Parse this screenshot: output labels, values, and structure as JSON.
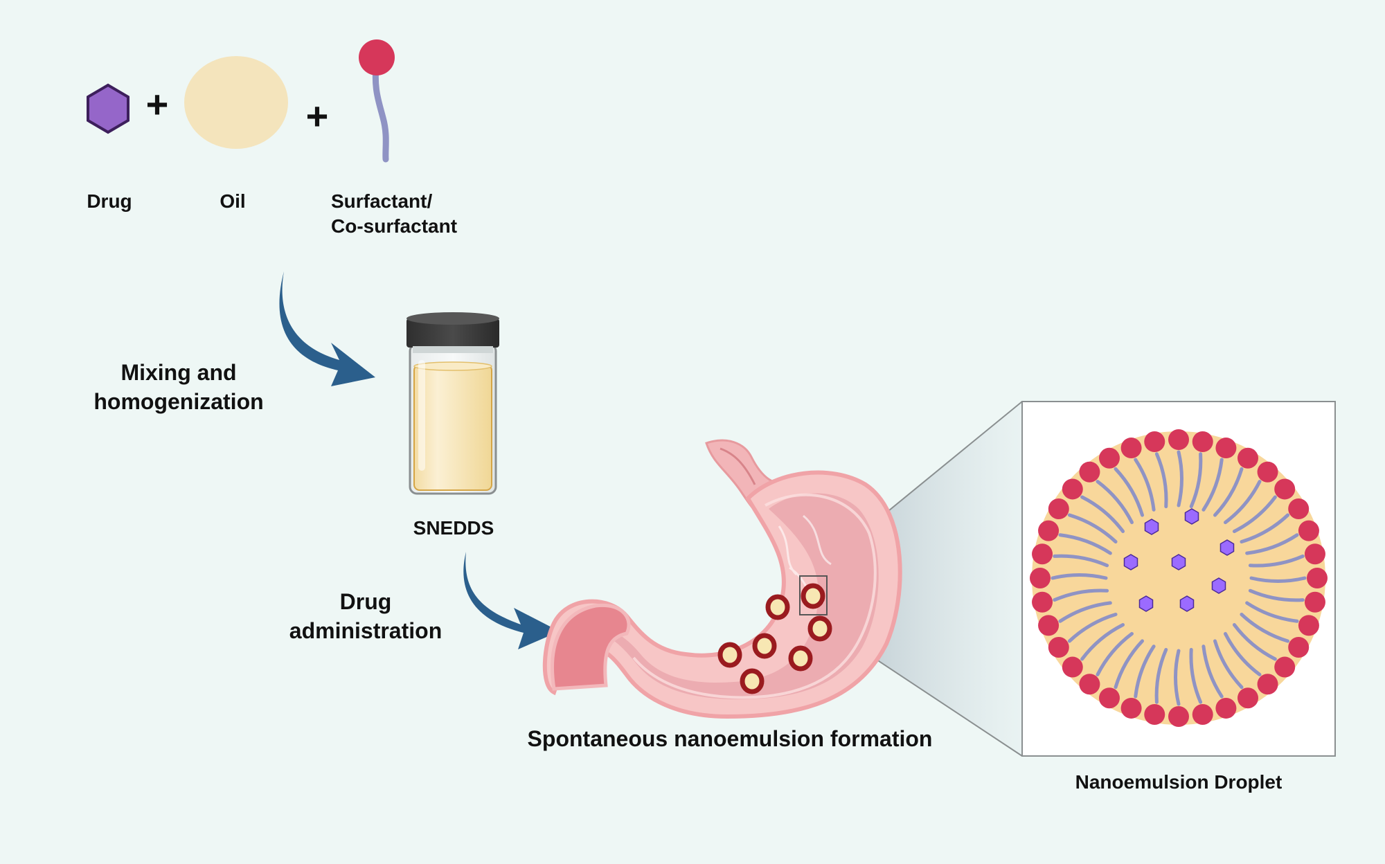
{
  "ingredients": {
    "drug_label": "Drug",
    "oil_label": "Oil",
    "surfactant_label_line1": "Surfactant/",
    "surfactant_label_line2": "Co-surfactant",
    "plus_sign": "+"
  },
  "steps": {
    "mixing_line1": "Mixing and",
    "mixing_line2": "homogenization",
    "product_label": "SNEDDS",
    "admin_line1": "Drug",
    "admin_line2": "administration",
    "stomach_caption": "Spontaneous nanoemulsion formation"
  },
  "inset": {
    "caption": "Nanoemulsion Droplet"
  },
  "colors": {
    "background": "#eef7f5",
    "drug_purple": "#9566c9",
    "oil_cream": "#f4e4bc",
    "surfactant_head": "#d6375a",
    "surfactant_tail": "#8f93c4",
    "arrow_blue": "#2b5f8c",
    "stomach_pink": "#f2b5b8",
    "droplet_red": "#9a1b1f"
  }
}
